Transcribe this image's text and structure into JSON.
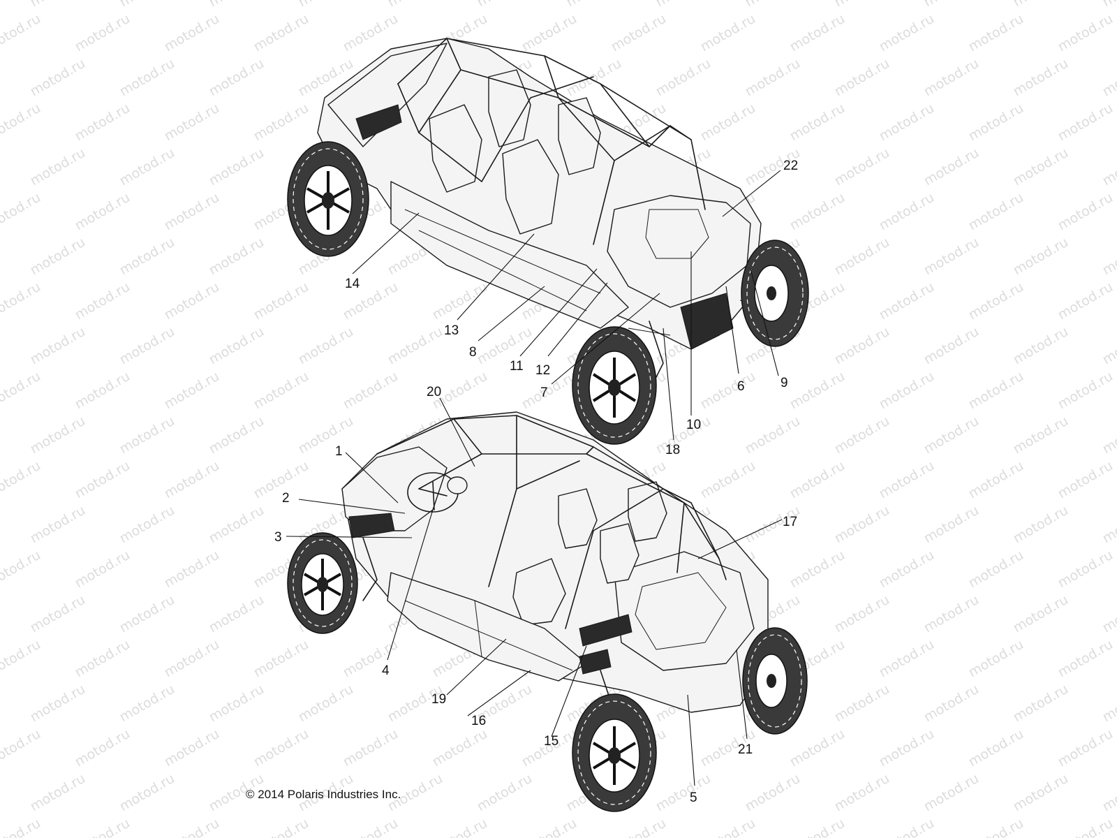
{
  "watermark": "motod.ru",
  "copyright": "© 2014 Polaris Industries Inc.",
  "views": [
    {
      "name": "top-vehicle-view",
      "callouts": [
        "22",
        "14",
        "13",
        "8",
        "11",
        "12",
        "7",
        "6",
        "9",
        "10",
        "18"
      ]
    },
    {
      "name": "bottom-vehicle-view",
      "callouts": [
        "20",
        "1",
        "2",
        "3",
        "4",
        "17",
        "19",
        "16",
        "15",
        "21",
        "5"
      ]
    }
  ]
}
